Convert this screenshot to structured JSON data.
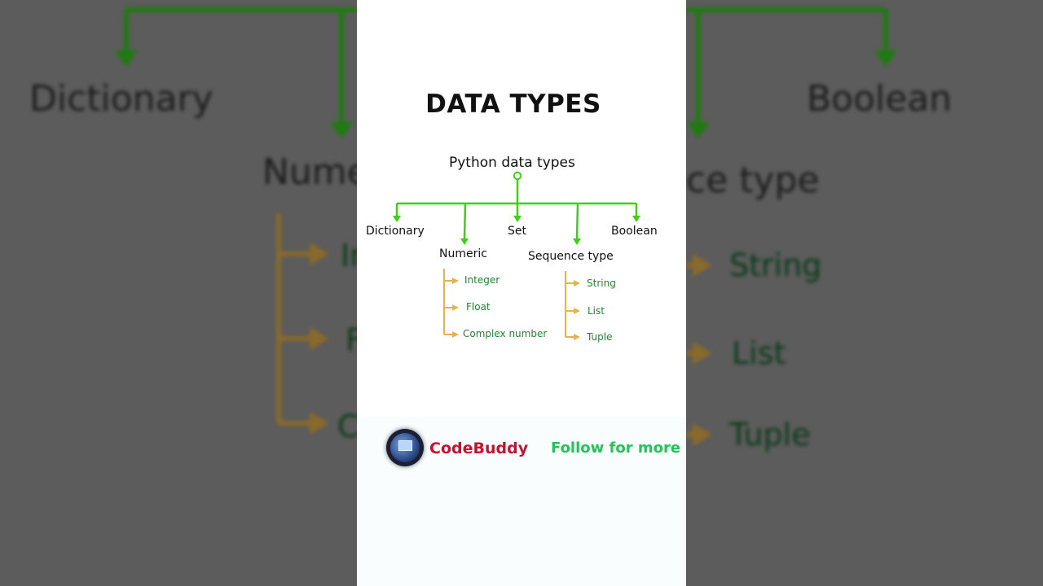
{
  "title": "DATA TYPES",
  "diagram": {
    "root": "Python data types",
    "branches": [
      "Dictionary",
      "Numeric",
      "Set",
      "Sequence type",
      "Boolean"
    ],
    "numeric_children": [
      "Integer",
      "Float",
      "Complex number"
    ],
    "sequence_children": [
      "String",
      "List",
      "Tuple"
    ]
  },
  "footer": {
    "brand": "CodeBuddy",
    "cta": "Follow for more"
  },
  "background": {
    "left": [
      "Dictionary",
      "Nume",
      "In",
      "F",
      "C"
    ],
    "right": [
      "Boolean",
      "ce type",
      "String",
      "List",
      "Tuple"
    ]
  },
  "colors": {
    "branch_lines": "#3fd016",
    "sub_lines": "#e6b24e",
    "leaf_text": "#1e8a2c",
    "brand": "#c4122f",
    "cta": "#25c35a"
  }
}
